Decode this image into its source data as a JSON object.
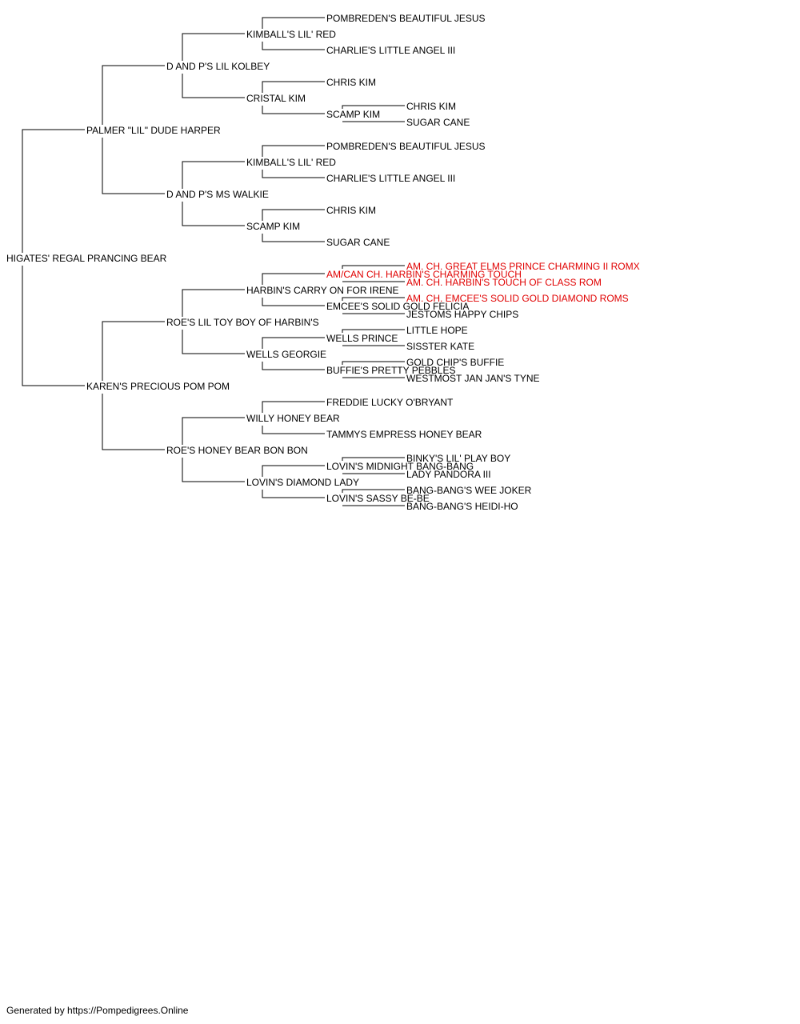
{
  "colors": {
    "default": "#000000",
    "champion": "#e00000",
    "line": "#000000"
  },
  "pedigree": {
    "name": "HIGATES' REGAL PRANCING BEAR",
    "sire": {
      "name": "PALMER \"LIL\" DUDE HARPER",
      "sire": {
        "name": "D AND P'S LIL KOLBEY",
        "sire": {
          "name": "KIMBALL'S LIL' RED",
          "sire": {
            "name": "POMBREDEN'S BEAUTIFUL JESUS"
          },
          "dam": {
            "name": "CHARLIE'S LITTLE ANGEL III"
          }
        },
        "dam": {
          "name": "CRISTAL KIM",
          "sire": {
            "name": "CHRIS KIM"
          },
          "dam": {
            "name": "SCAMP KIM",
            "sire": {
              "name": "CHRIS KIM"
            },
            "dam": {
              "name": "SUGAR CANE"
            }
          }
        }
      },
      "dam": {
        "name": "D AND P'S MS WALKIE",
        "sire": {
          "name": "KIMBALL'S LIL' RED",
          "sire": {
            "name": "POMBREDEN'S BEAUTIFUL JESUS"
          },
          "dam": {
            "name": "CHARLIE'S LITTLE ANGEL III"
          }
        },
        "dam": {
          "name": "SCAMP KIM",
          "sire": {
            "name": "CHRIS KIM"
          },
          "dam": {
            "name": "SUGAR CANE"
          }
        }
      }
    },
    "dam": {
      "name": "KAREN'S PRECIOUS POM POM",
      "sire": {
        "name": "ROE'S LIL TOY BOY OF HARBIN'S",
        "sire": {
          "name": "HARBIN'S CARRY ON FOR IRENE",
          "sire": {
            "name": "AM/CAN CH. HARBIN'S CHARMING TOUCH",
            "champion": true,
            "sire": {
              "name": "AM. CH. GREAT ELMS PRINCE CHARMING II ROMX",
              "champion": true
            },
            "dam": {
              "name": "AM. CH. HARBIN'S TOUCH OF CLASS ROM",
              "champion": true
            }
          },
          "dam": {
            "name": "EMCEE'S SOLID GOLD FELICIA",
            "sire": {
              "name": "AM. CH. EMCEE'S SOLID GOLD DIAMOND ROMS",
              "champion": true
            },
            "dam": {
              "name": "JESTOMS HAPPY CHIPS"
            }
          }
        },
        "dam": {
          "name": "WELLS GEORGIE",
          "sire": {
            "name": "WELLS PRINCE",
            "sire": {
              "name": "LITTLE HOPE"
            },
            "dam": {
              "name": "SISSTER KATE"
            }
          },
          "dam": {
            "name": "BUFFIE'S PRETTY PEBBLES",
            "sire": {
              "name": "GOLD CHIP'S BUFFIE"
            },
            "dam": {
              "name": "WESTMOST JAN JAN'S TYNE"
            }
          }
        }
      },
      "dam": {
        "name": "ROE'S HONEY BEAR BON BON",
        "sire": {
          "name": "WILLY HONEY BEAR",
          "sire": {
            "name": "FREDDIE LUCKY O'BRYANT"
          },
          "dam": {
            "name": "TAMMYS EMPRESS HONEY BEAR"
          }
        },
        "dam": {
          "name": "LOVIN'S DIAMOND LADY",
          "sire": {
            "name": "LOVIN'S MIDNIGHT BANG-BANG",
            "sire": {
              "name": "BINKY'S LIL' PLAY BOY"
            },
            "dam": {
              "name": "LADY PANDORA III"
            }
          },
          "dam": {
            "name": "LOVIN'S SASSY BE-BE",
            "sire": {
              "name": "BANG-BANG'S WEE JOKER"
            },
            "dam": {
              "name": "BANG-BANG'S HEIDI-HO"
            }
          }
        }
      }
    }
  },
  "footer": {
    "text": "Generated by https://Pompedigrees.Online"
  }
}
